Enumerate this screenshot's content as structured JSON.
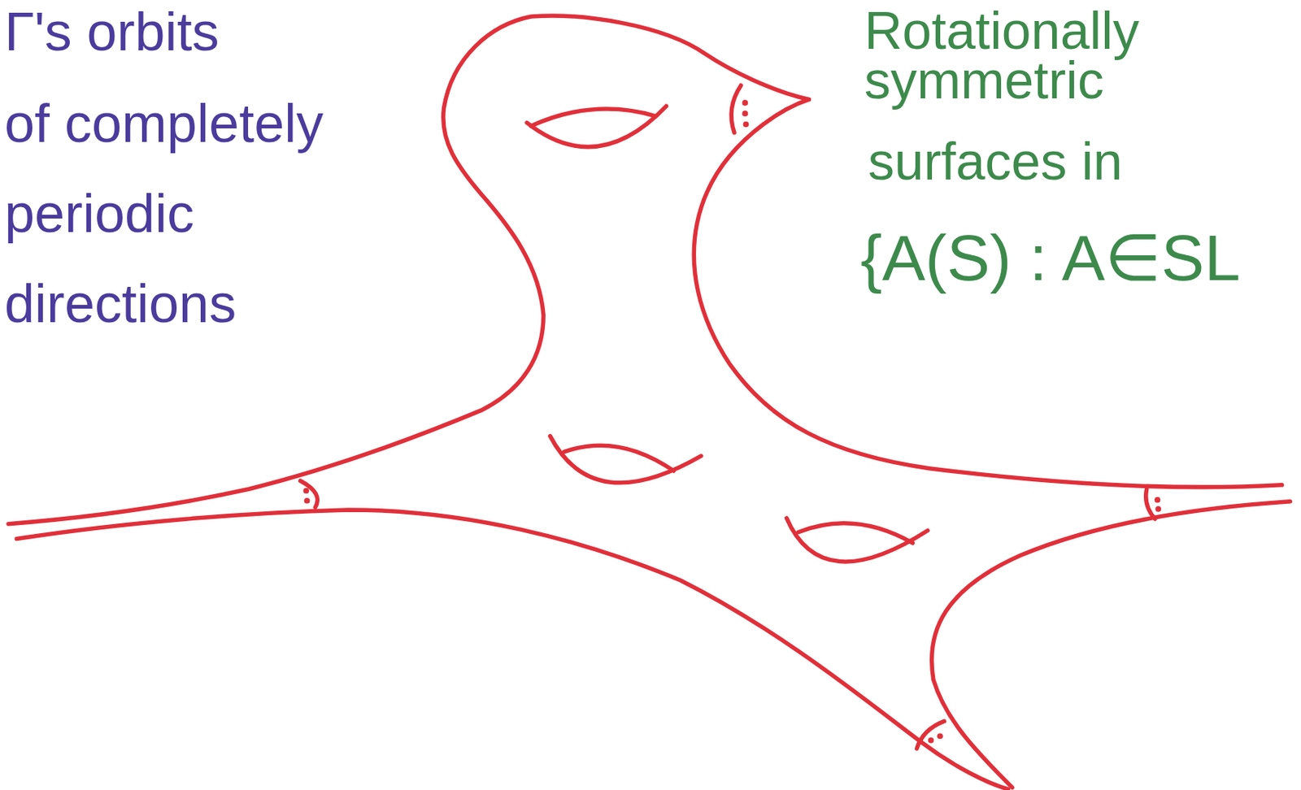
{
  "diagram": {
    "labels": [
      "Γ's orbits",
      "of completely",
      "periodic",
      "directions",
      "Rotationally",
      "symmetric",
      "surfaces in",
      "{A(S) : A∈SL"
    ]
  }
}
